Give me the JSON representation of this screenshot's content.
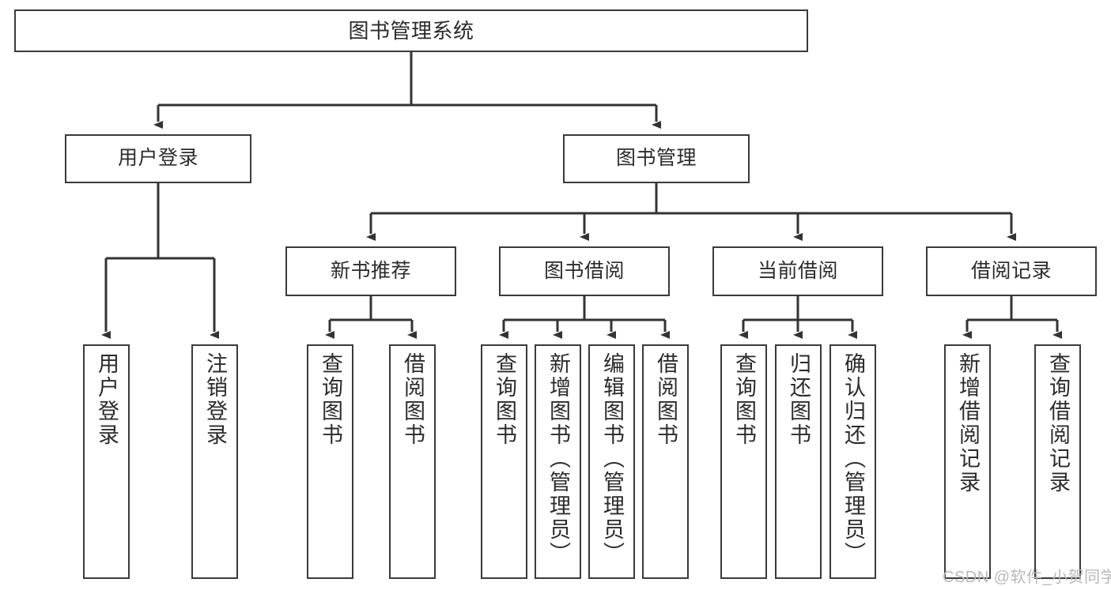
{
  "diagram": {
    "title": "图书管理系统",
    "type": "tree-hierarchy",
    "colors": {
      "box_border": "#3a3a3a",
      "box_fill": "#ffffff",
      "connector": "#333333",
      "text": "#2b2b2b",
      "watermark": "#b9b9b9",
      "background": "#ffffff"
    },
    "nodes": {
      "root": {
        "label": "图书管理系统"
      },
      "level2": [
        {
          "id": "user-login",
          "label": "用户登录"
        },
        {
          "id": "book-management",
          "label": "图书管理"
        }
      ],
      "level3": [
        {
          "id": "new-book-recommend",
          "label": "新书推荐"
        },
        {
          "id": "book-borrow",
          "label": "图书借阅"
        },
        {
          "id": "current-borrow",
          "label": "当前借阅"
        },
        {
          "id": "borrow-record",
          "label": "借阅记录"
        }
      ],
      "leaves": {
        "user_login": [
          {
            "id": "leaf-user-login",
            "label": "用户登录"
          },
          {
            "id": "leaf-logout",
            "label": "注销登录"
          }
        ],
        "new_book_recommend": [
          {
            "id": "leaf-query-book-1",
            "label": "查询图书"
          },
          {
            "id": "leaf-borrow-book-1",
            "label": "借阅图书"
          }
        ],
        "book_borrow": [
          {
            "id": "leaf-query-book-2",
            "label": "查询图书"
          },
          {
            "id": "leaf-add-book",
            "label": "新增图书（管理员）"
          },
          {
            "id": "leaf-edit-book",
            "label": "编辑图书（管理员）"
          },
          {
            "id": "leaf-borrow-book-2",
            "label": "借阅图书"
          }
        ],
        "current_borrow": [
          {
            "id": "leaf-query-book-3",
            "label": "查询图书"
          },
          {
            "id": "leaf-return-book",
            "label": "归还图书"
          },
          {
            "id": "leaf-confirm-return",
            "label": "确认归还（管理员）"
          }
        ],
        "borrow_record": [
          {
            "id": "leaf-add-record",
            "label": "新增借阅记录"
          },
          {
            "id": "leaf-query-record",
            "label": "查询借阅记录"
          }
        ]
      }
    },
    "watermark": "CSDN @软件_小贺同学"
  }
}
